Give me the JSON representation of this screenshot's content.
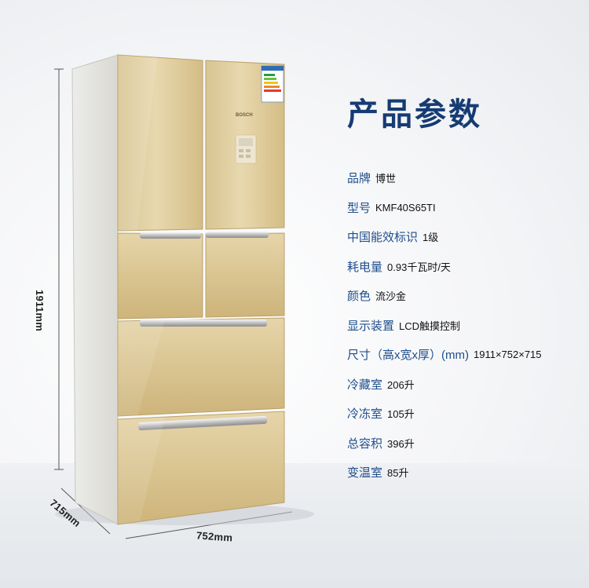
{
  "product": {
    "brand_logo": "BOSCH",
    "energy_label_icon": "energy-label-icon"
  },
  "dimensions": {
    "height": "1911mm",
    "depth": "715mm",
    "width": "752mm"
  },
  "specs": {
    "title": "产品参数",
    "rows": [
      {
        "label": "品牌",
        "value": "博世"
      },
      {
        "label": "型号",
        "value": "KMF40S65TI"
      },
      {
        "label": "中国能效标识",
        "value": "1级"
      },
      {
        "label": "耗电量",
        "value": "0.93千瓦时/天"
      },
      {
        "label": "颜色",
        "value": "流沙金"
      },
      {
        "label": "显示装置",
        "value": "LCD触摸控制"
      },
      {
        "label": "尺寸（高x宽x厚）(mm)",
        "value": "1911×752×715"
      },
      {
        "label": "冷藏室",
        "value": "206升"
      },
      {
        "label": "冷冻室",
        "value": "105升"
      },
      {
        "label": "总容积",
        "value": "396升"
      },
      {
        "label": "变温室",
        "value": "85升"
      }
    ]
  },
  "colors": {
    "title": "#163b73",
    "label": "#1e4e8c",
    "gold_panel": "#e2cfa0"
  }
}
